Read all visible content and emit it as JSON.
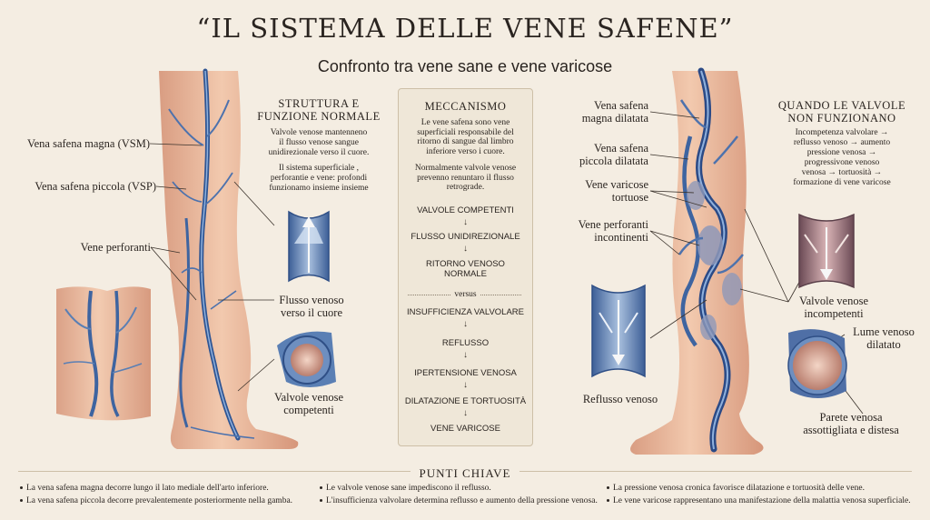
{
  "header": {
    "title": "“IL SISTEMA DELLE VENE SAFENE”",
    "subtitle": "Confronto tra vene sane e vene varicose"
  },
  "left": {
    "labels": {
      "vsm": "Vena safena magna (VSM)",
      "vsp": "Vena safena piccola (VSP)",
      "perforanti": "Vene perforanti",
      "flusso": "Flusso venoso\nverso il cuore",
      "valvole": "Valvole venose\ncompetenti"
    },
    "struttura": {
      "title": "STRUTTURA E\nFUNZIONE NORMALE",
      "p1": "Valvole venose mantenneno\nil flusso venose sangue\nunidirezionale verso il cuore.",
      "p2": "Il sistema superficiale ,\nperforantie e vene: profondi\nfunzionamo insieme insieme"
    }
  },
  "mechanism": {
    "title": "MECCANISMO",
    "p1": "Le vene safena sono vene\nsuperficiali responsabile del\nritorno di sangue dal limbro\ninferiore verso i cuore.",
    "p2": "Normalmente valvole venose\nprevenno renuntaro il flusso\nretrograde.",
    "healthy_flow": [
      "VALVOLE COMPETENTI",
      "FLUSSO UNIDIREZIONALE",
      "RITORNO VENOSO\nNORMALE"
    ],
    "versus": "versus",
    "disease_flow": [
      "INSUFFICIENZA VALVOLARE",
      "REFLUSSO",
      "IPERTENSIONE VENOSA",
      "DILATAZIONE E TORTUOSITÀ",
      "VENE VARICOSE"
    ],
    "arrow": "↓"
  },
  "right": {
    "labels": {
      "vsm_dil": "Vena safena\nmagna dilatata",
      "vsp_dil": "Vena safena\npiccola dilatata",
      "tortuose": "Vene varicose\ntortuose",
      "incontinenti": "Vene perforanti\nincontinenti",
      "reflusso": "Reflusso venoso",
      "incompetenti": "Valvole venose\nincompetenti",
      "lume": "Lume venoso\ndilatato",
      "parete": "Parete venosa\nassottigliata e distesa"
    },
    "quando": {
      "title": "QUANDO LE VALVOLE\nNON FUNZIONANO",
      "p": "Incompetenza valvolare →\nreflusso venoso → aumento\npressione venosa →\nprogressivone venoso\nvenosa → tortuosità →\nformazione di vene varicose"
    }
  },
  "key_points": {
    "title": "PUNTI CHIAVE",
    "col1": [
      "La vena safena magna decorre lungo il lato mediale dell'arto inferiore.",
      "La vena safena piccola decorre prevalentemente posteriormente nella gamba."
    ],
    "col2": [
      "Le valvole venose sane impediscono il reflusso.",
      "L'insufficienza valvolare determina reflusso e aumento della pressione venosa."
    ],
    "col3": [
      "La pressione venosa cronica favorisce dilatazione e tortuosità delle vene.",
      "Le vene varicose rappresentano una manifestazione della malattia venosa superficiale."
    ]
  },
  "colors": {
    "background": "#f4ede2",
    "skin": "#efc2a6",
    "skin_shadow": "#d99d82",
    "vein": "#5a7fb4",
    "vein_dark": "#2f4f86",
    "text": "#2a2420"
  }
}
